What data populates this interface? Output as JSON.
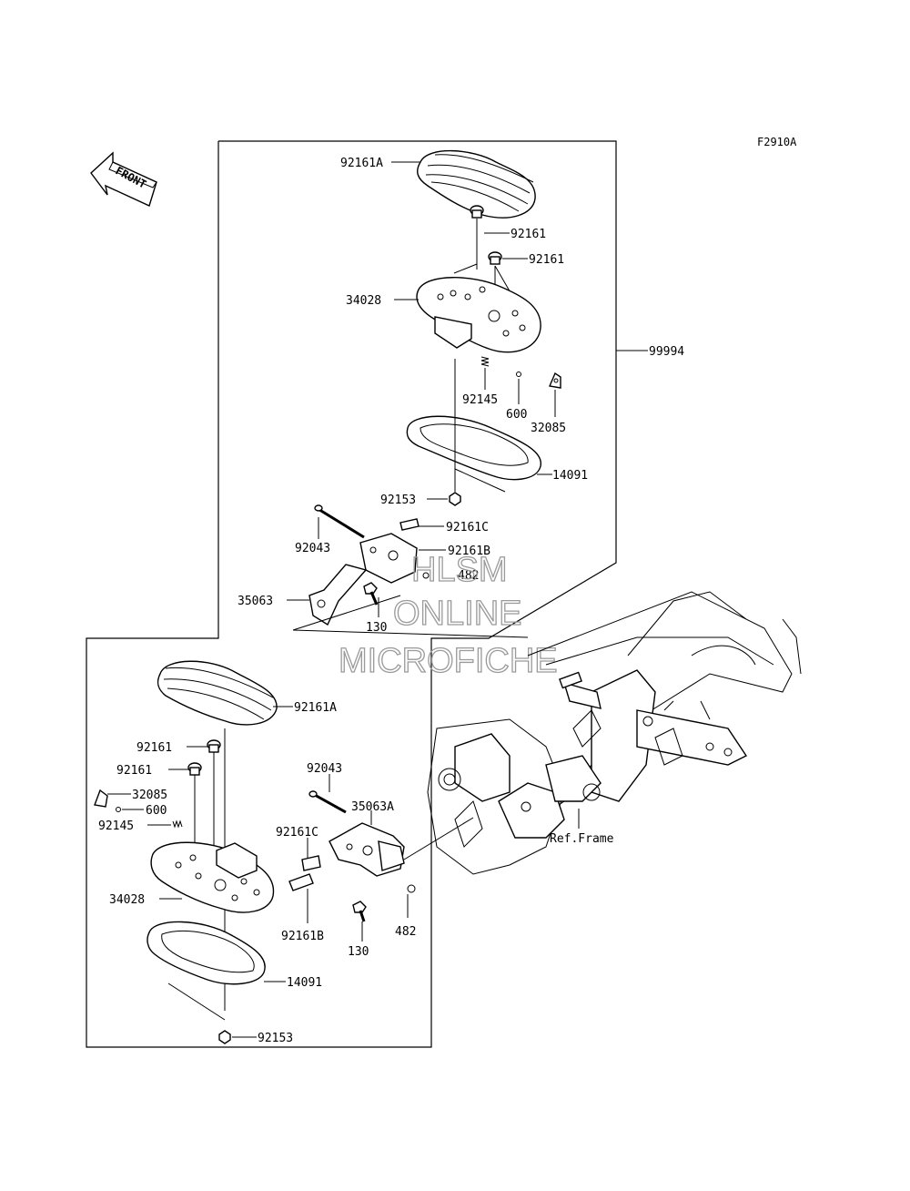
{
  "figure_code": "F2910A",
  "front_label": "FRONT",
  "reference_label": "Ref.Frame",
  "watermark": [
    "HLSM",
    "ONLINE",
    "MICROFICHE"
  ],
  "assembly_label": "99994",
  "upper_callouts": {
    "footboard_pad": "92161A",
    "damper_a": "92161",
    "damper_b": "92161",
    "plate": "34028",
    "spring": "92145",
    "ball": "600",
    "detent": "32085",
    "cover": "14091",
    "nut": "92153",
    "pin": "92043",
    "spacer_c": "92161C",
    "spacer_b": "92161B",
    "clip": "482",
    "bracket": "35063",
    "bolt": "130"
  },
  "lower_callouts": {
    "footboard_pad": "92161A",
    "damper_a": "92161",
    "damper_b": "92161",
    "detent": "32085",
    "ball": "600",
    "spring": "92145",
    "plate": "34028",
    "cover": "14091",
    "nut": "92153",
    "pin": "92043",
    "bracket": "35063A",
    "spacer_c": "92161C",
    "spacer_b": "92161B",
    "bolt": "130",
    "clip": "482"
  }
}
